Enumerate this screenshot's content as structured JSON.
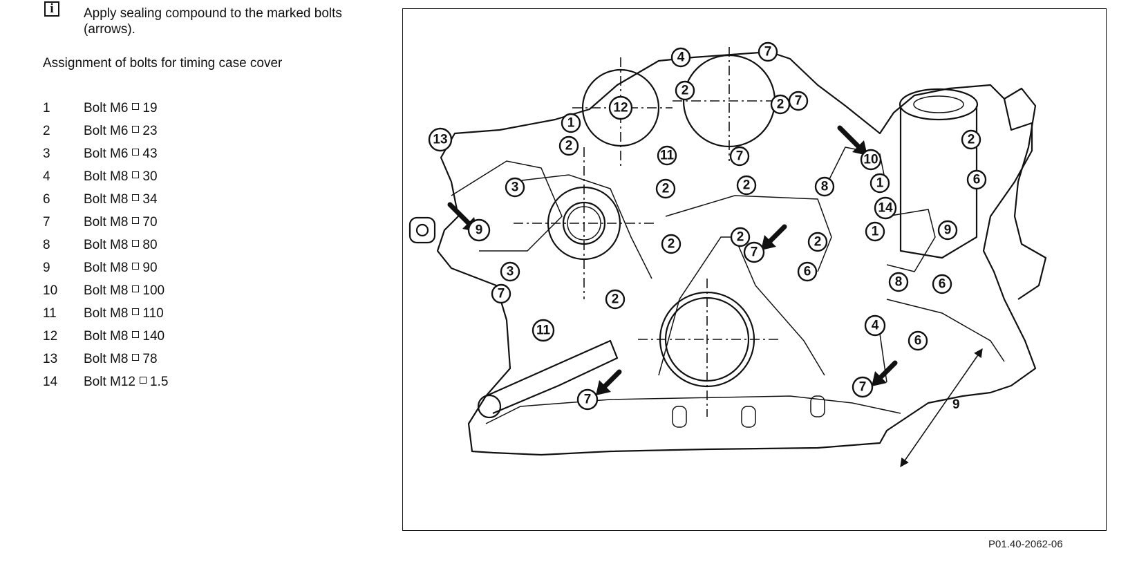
{
  "note": {
    "icon": "i",
    "text": "Apply sealing compound to the marked bolts (arrows)."
  },
  "heading": "Assignment of bolts for timing case cover",
  "bolts": [
    {
      "num": "1",
      "type": "Bolt M6",
      "length": "19"
    },
    {
      "num": "2",
      "type": "Bolt M6",
      "length": "23"
    },
    {
      "num": "3",
      "type": "Bolt M6",
      "length": "43"
    },
    {
      "num": "4",
      "type": "Bolt M8",
      "length": "30"
    },
    {
      "num": "6",
      "type": "Bolt M8",
      "length": "34"
    },
    {
      "num": "7",
      "type": "Bolt M8",
      "length": "70"
    },
    {
      "num": "8",
      "type": "Bolt M8",
      "length": "80"
    },
    {
      "num": "9",
      "type": "Bolt M8",
      "length": "90"
    },
    {
      "num": "10",
      "type": "Bolt M8",
      "length": "100"
    },
    {
      "num": "11",
      "type": "Bolt M8",
      "length": "110"
    },
    {
      "num": "12",
      "type": "Bolt M8",
      "length": "140"
    },
    {
      "num": "13",
      "type": "Bolt M8",
      "length": "78"
    },
    {
      "num": "14",
      "type": "Bolt M12",
      "length": "1.5"
    }
  ],
  "figure": {
    "code": "P01.40-2062-06",
    "dimension_label": "9"
  }
}
